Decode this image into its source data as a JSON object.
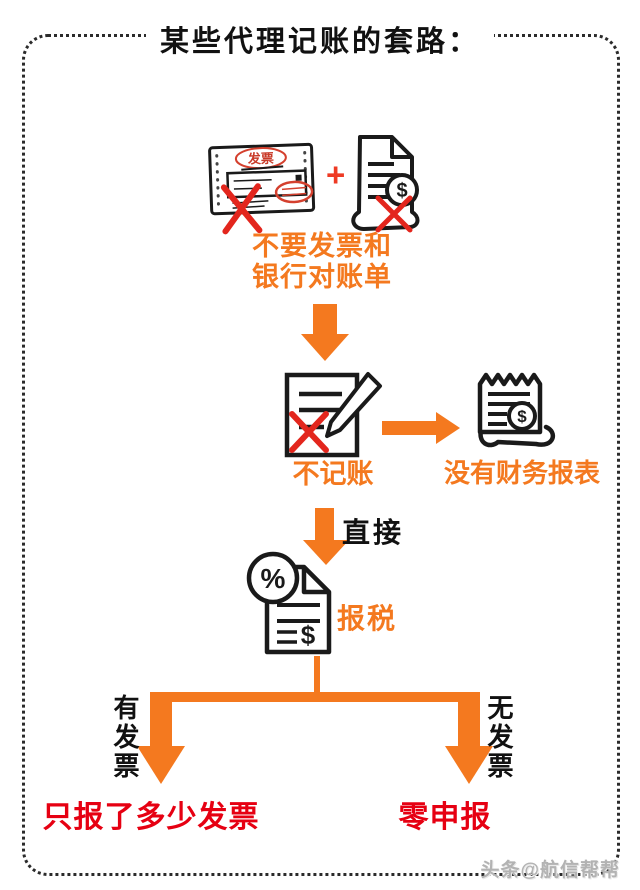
{
  "title": "某些代理记账的套路：",
  "watermark": "头条@航信帮帮",
  "colors": {
    "orange": "#F4791F",
    "result_red": "#E60012",
    "cross_red": "#E3261D",
    "stamp_red": "#D4402E",
    "line_black": "#1A1A1A"
  },
  "icons": {
    "invoice_stamp_text": "发票",
    "plus_sign": "+",
    "percent_symbol": "%",
    "dollar_symbol": "$"
  },
  "steps": {
    "no_documents": {
      "line1": "不要发票和",
      "line2": "银行对账单"
    },
    "no_bookkeeping": {
      "label": "不记账"
    },
    "no_statements": {
      "label": "没有财务报表"
    },
    "direct": {
      "label": "直接"
    },
    "tax_filing": {
      "label": "报税"
    }
  },
  "branch": {
    "left_condition": "有发票",
    "right_condition": "无发票",
    "left_result": "只报了多少发票",
    "right_result": "零申报"
  }
}
